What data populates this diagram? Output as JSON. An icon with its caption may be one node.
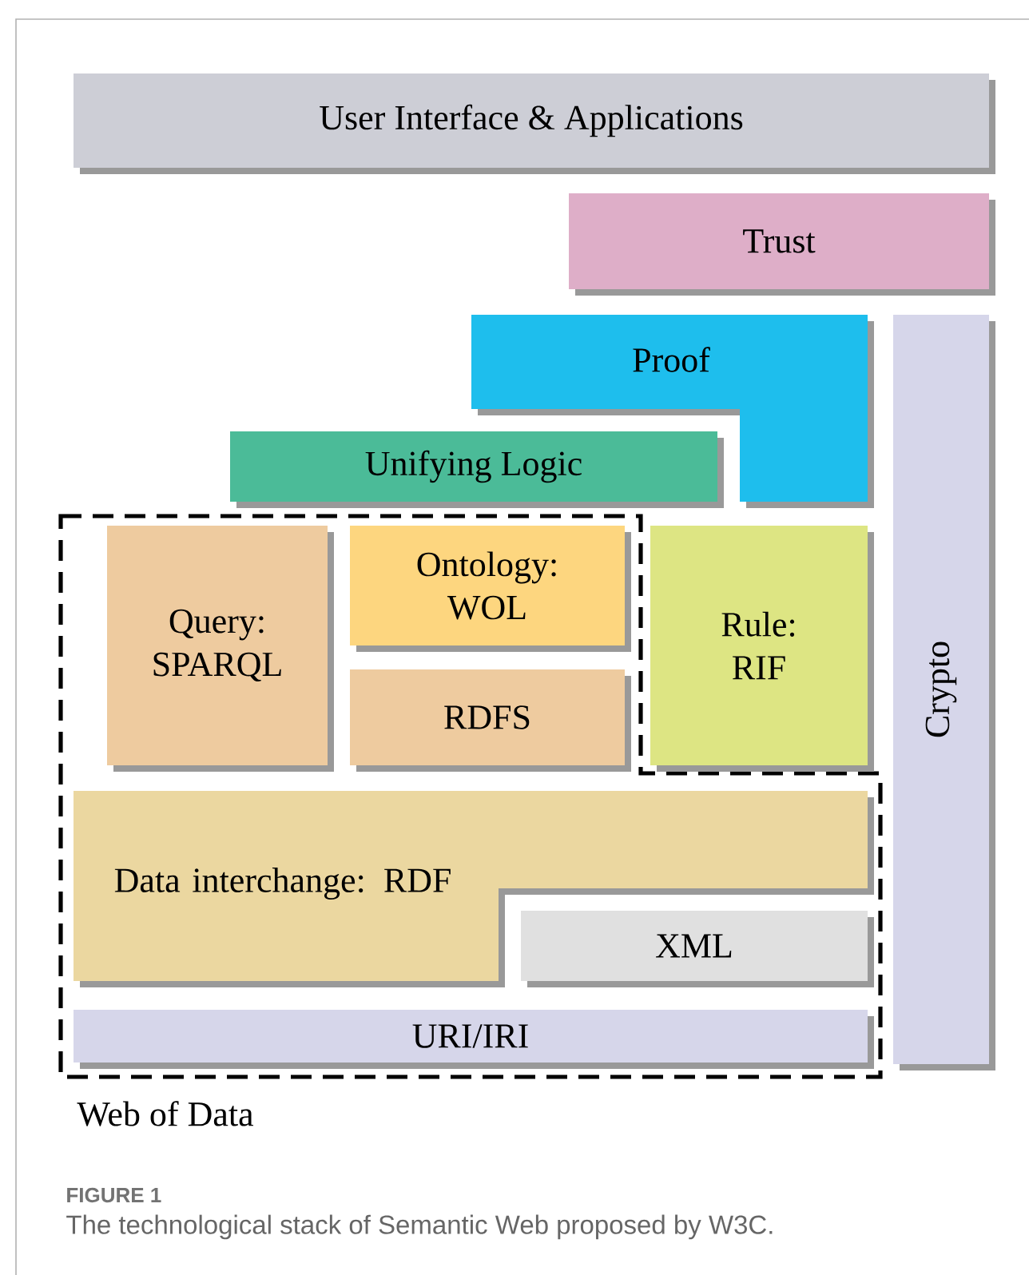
{
  "diagram": {
    "title": "FIGURE 1",
    "caption": "The technological stack of Semantic Web proposed by W3C.",
    "nodes": [
      {
        "text": [
          "User Interface & Applications"
        ]
      },
      {
        "text": [
          "Trust"
        ]
      },
      {
        "text": [
          "Proof"
        ]
      },
      {
        "text": [
          "Crypto"
        ]
      },
      {
        "text": [
          "Unifying Logic"
        ]
      },
      {
        "text": [
          "Web of Data"
        ]
      },
      {
        "text": [
          "Query: SPARQL"
        ],
        "in": 5
      },
      {
        "text": [
          "Ontology: WOL"
        ],
        "in": 5
      },
      {
        "text": [
          "RDFS"
        ],
        "in": 5
      },
      {
        "text": [
          "Rule: RIF"
        ]
      },
      {
        "text": [
          "Data interchange: RDF"
        ],
        "in": 5
      },
      {
        "text": [
          "XML"
        ],
        "in": 5
      },
      {
        "text": [
          "URI/IRI"
        ],
        "in": 5
      }
    ]
  }
}
